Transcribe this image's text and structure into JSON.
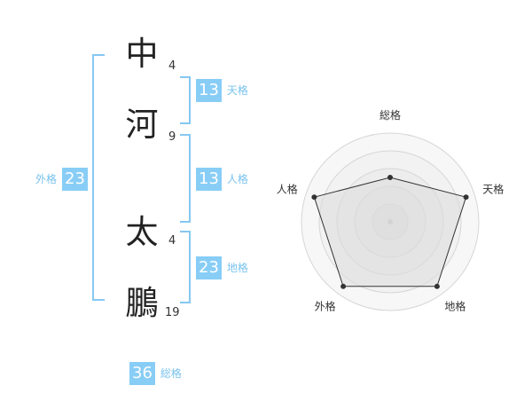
{
  "name": {
    "chars": [
      {
        "char": "中",
        "strokes": "4"
      },
      {
        "char": "河",
        "strokes": "9"
      },
      {
        "char": "太",
        "strokes": "4"
      },
      {
        "char": "鵬",
        "strokes": "19"
      }
    ]
  },
  "fortune": {
    "tenkaku": {
      "value": "13",
      "label": "天格"
    },
    "jinkaku": {
      "value": "13",
      "label": "人格"
    },
    "chikaku": {
      "value": "23",
      "label": "地格"
    },
    "gaikaku": {
      "value": "23",
      "label": "外格"
    },
    "soukaku": {
      "value": "36",
      "label": "総格"
    }
  },
  "colors": {
    "badge": "#88cdf6",
    "badge_label": "#79c3ee",
    "bracket": "#86c8f2",
    "chart_fill": "#e8e8e8",
    "chart_stroke": "#333333"
  },
  "chart_data": {
    "type": "radar",
    "axes": [
      "総格",
      "天格",
      "地格",
      "外格",
      "人格"
    ],
    "values": [
      2.5,
      4.5,
      4.5,
      4.5,
      4.5
    ],
    "max": 5,
    "rings": 5
  }
}
